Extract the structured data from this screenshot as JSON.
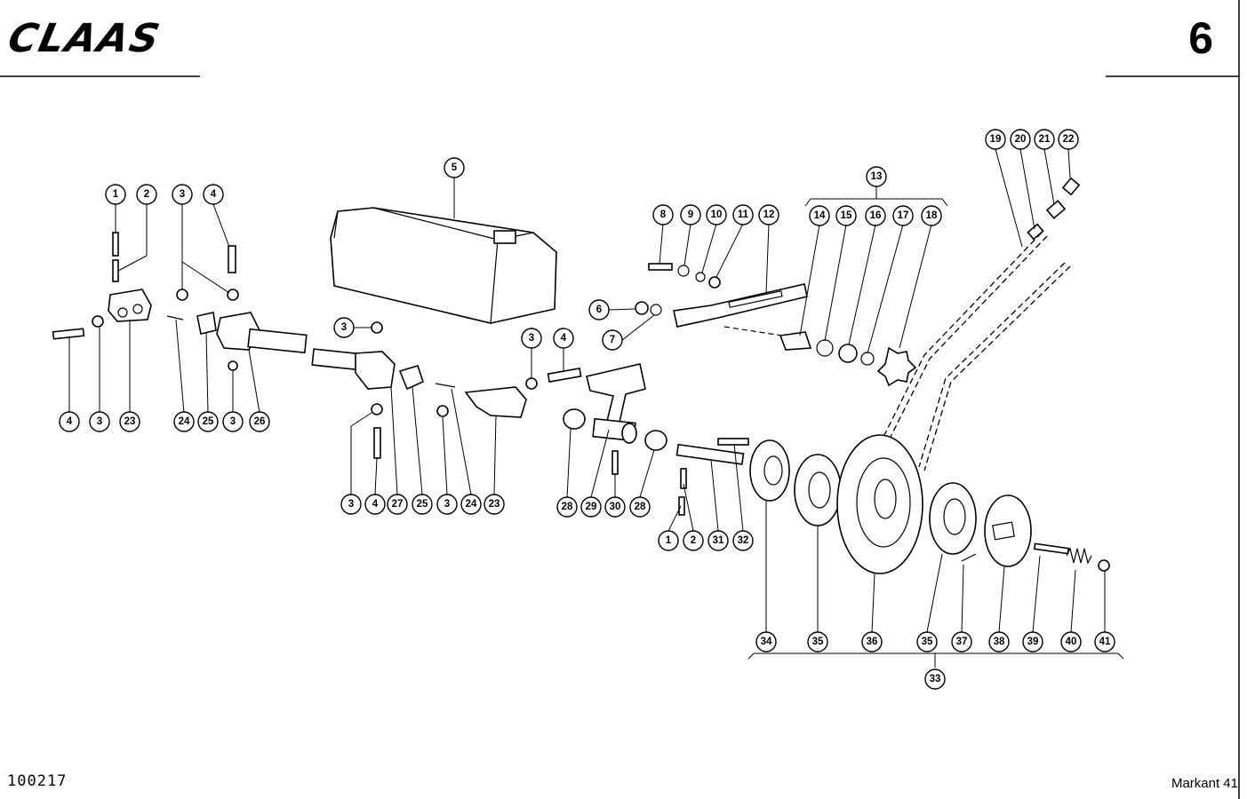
{
  "header": {
    "brand": "CLAAS",
    "page_number": "6"
  },
  "footer": {
    "document_number": "100217",
    "model": "Markant 41"
  },
  "callouts": [
    {
      "id": "c1a",
      "label": "1"
    },
    {
      "id": "c2a",
      "label": "2"
    },
    {
      "id": "c3a",
      "label": "3"
    },
    {
      "id": "c4a",
      "label": "4"
    },
    {
      "id": "c5",
      "label": "5"
    },
    {
      "id": "c4b",
      "label": "4"
    },
    {
      "id": "c3b",
      "label": "3"
    },
    {
      "id": "c23a",
      "label": "23"
    },
    {
      "id": "c24a",
      "label": "24"
    },
    {
      "id": "c25a",
      "label": "25"
    },
    {
      "id": "c3c",
      "label": "3"
    },
    {
      "id": "c26",
      "label": "26"
    },
    {
      "id": "c3d",
      "label": "3"
    },
    {
      "id": "c3e",
      "label": "3"
    },
    {
      "id": "c4c",
      "label": "4"
    },
    {
      "id": "c27",
      "label": "27"
    },
    {
      "id": "c25b",
      "label": "25"
    },
    {
      "id": "c3f",
      "label": "3"
    },
    {
      "id": "c24b",
      "label": "24"
    },
    {
      "id": "c23b",
      "label": "23"
    },
    {
      "id": "c3g",
      "label": "3"
    },
    {
      "id": "c4d",
      "label": "4"
    },
    {
      "id": "c6",
      "label": "6"
    },
    {
      "id": "c7",
      "label": "7"
    },
    {
      "id": "c8",
      "label": "8"
    },
    {
      "id": "c9",
      "label": "9"
    },
    {
      "id": "c10",
      "label": "10"
    },
    {
      "id": "c11",
      "label": "11"
    },
    {
      "id": "c12",
      "label": "12"
    },
    {
      "id": "c13",
      "label": "13"
    },
    {
      "id": "c14",
      "label": "14"
    },
    {
      "id": "c15",
      "label": "15"
    },
    {
      "id": "c16",
      "label": "16"
    },
    {
      "id": "c17",
      "label": "17"
    },
    {
      "id": "c18",
      "label": "18"
    },
    {
      "id": "c19",
      "label": "19"
    },
    {
      "id": "c20",
      "label": "20"
    },
    {
      "id": "c21",
      "label": "21"
    },
    {
      "id": "c22",
      "label": "22"
    },
    {
      "id": "c28a",
      "label": "28"
    },
    {
      "id": "c29",
      "label": "29"
    },
    {
      "id": "c30",
      "label": "30"
    },
    {
      "id": "c28b",
      "label": "28"
    },
    {
      "id": "c1b",
      "label": "1"
    },
    {
      "id": "c2b",
      "label": "2"
    },
    {
      "id": "c31",
      "label": "31"
    },
    {
      "id": "c32",
      "label": "32"
    },
    {
      "id": "c34",
      "label": "34"
    },
    {
      "id": "c35a",
      "label": "35"
    },
    {
      "id": "c36",
      "label": "36"
    },
    {
      "id": "c35b",
      "label": "35"
    },
    {
      "id": "c37",
      "label": "37"
    },
    {
      "id": "c38",
      "label": "38"
    },
    {
      "id": "c39",
      "label": "39"
    },
    {
      "id": "c40",
      "label": "40"
    },
    {
      "id": "c41",
      "label": "41"
    },
    {
      "id": "c33",
      "label": "33"
    }
  ]
}
